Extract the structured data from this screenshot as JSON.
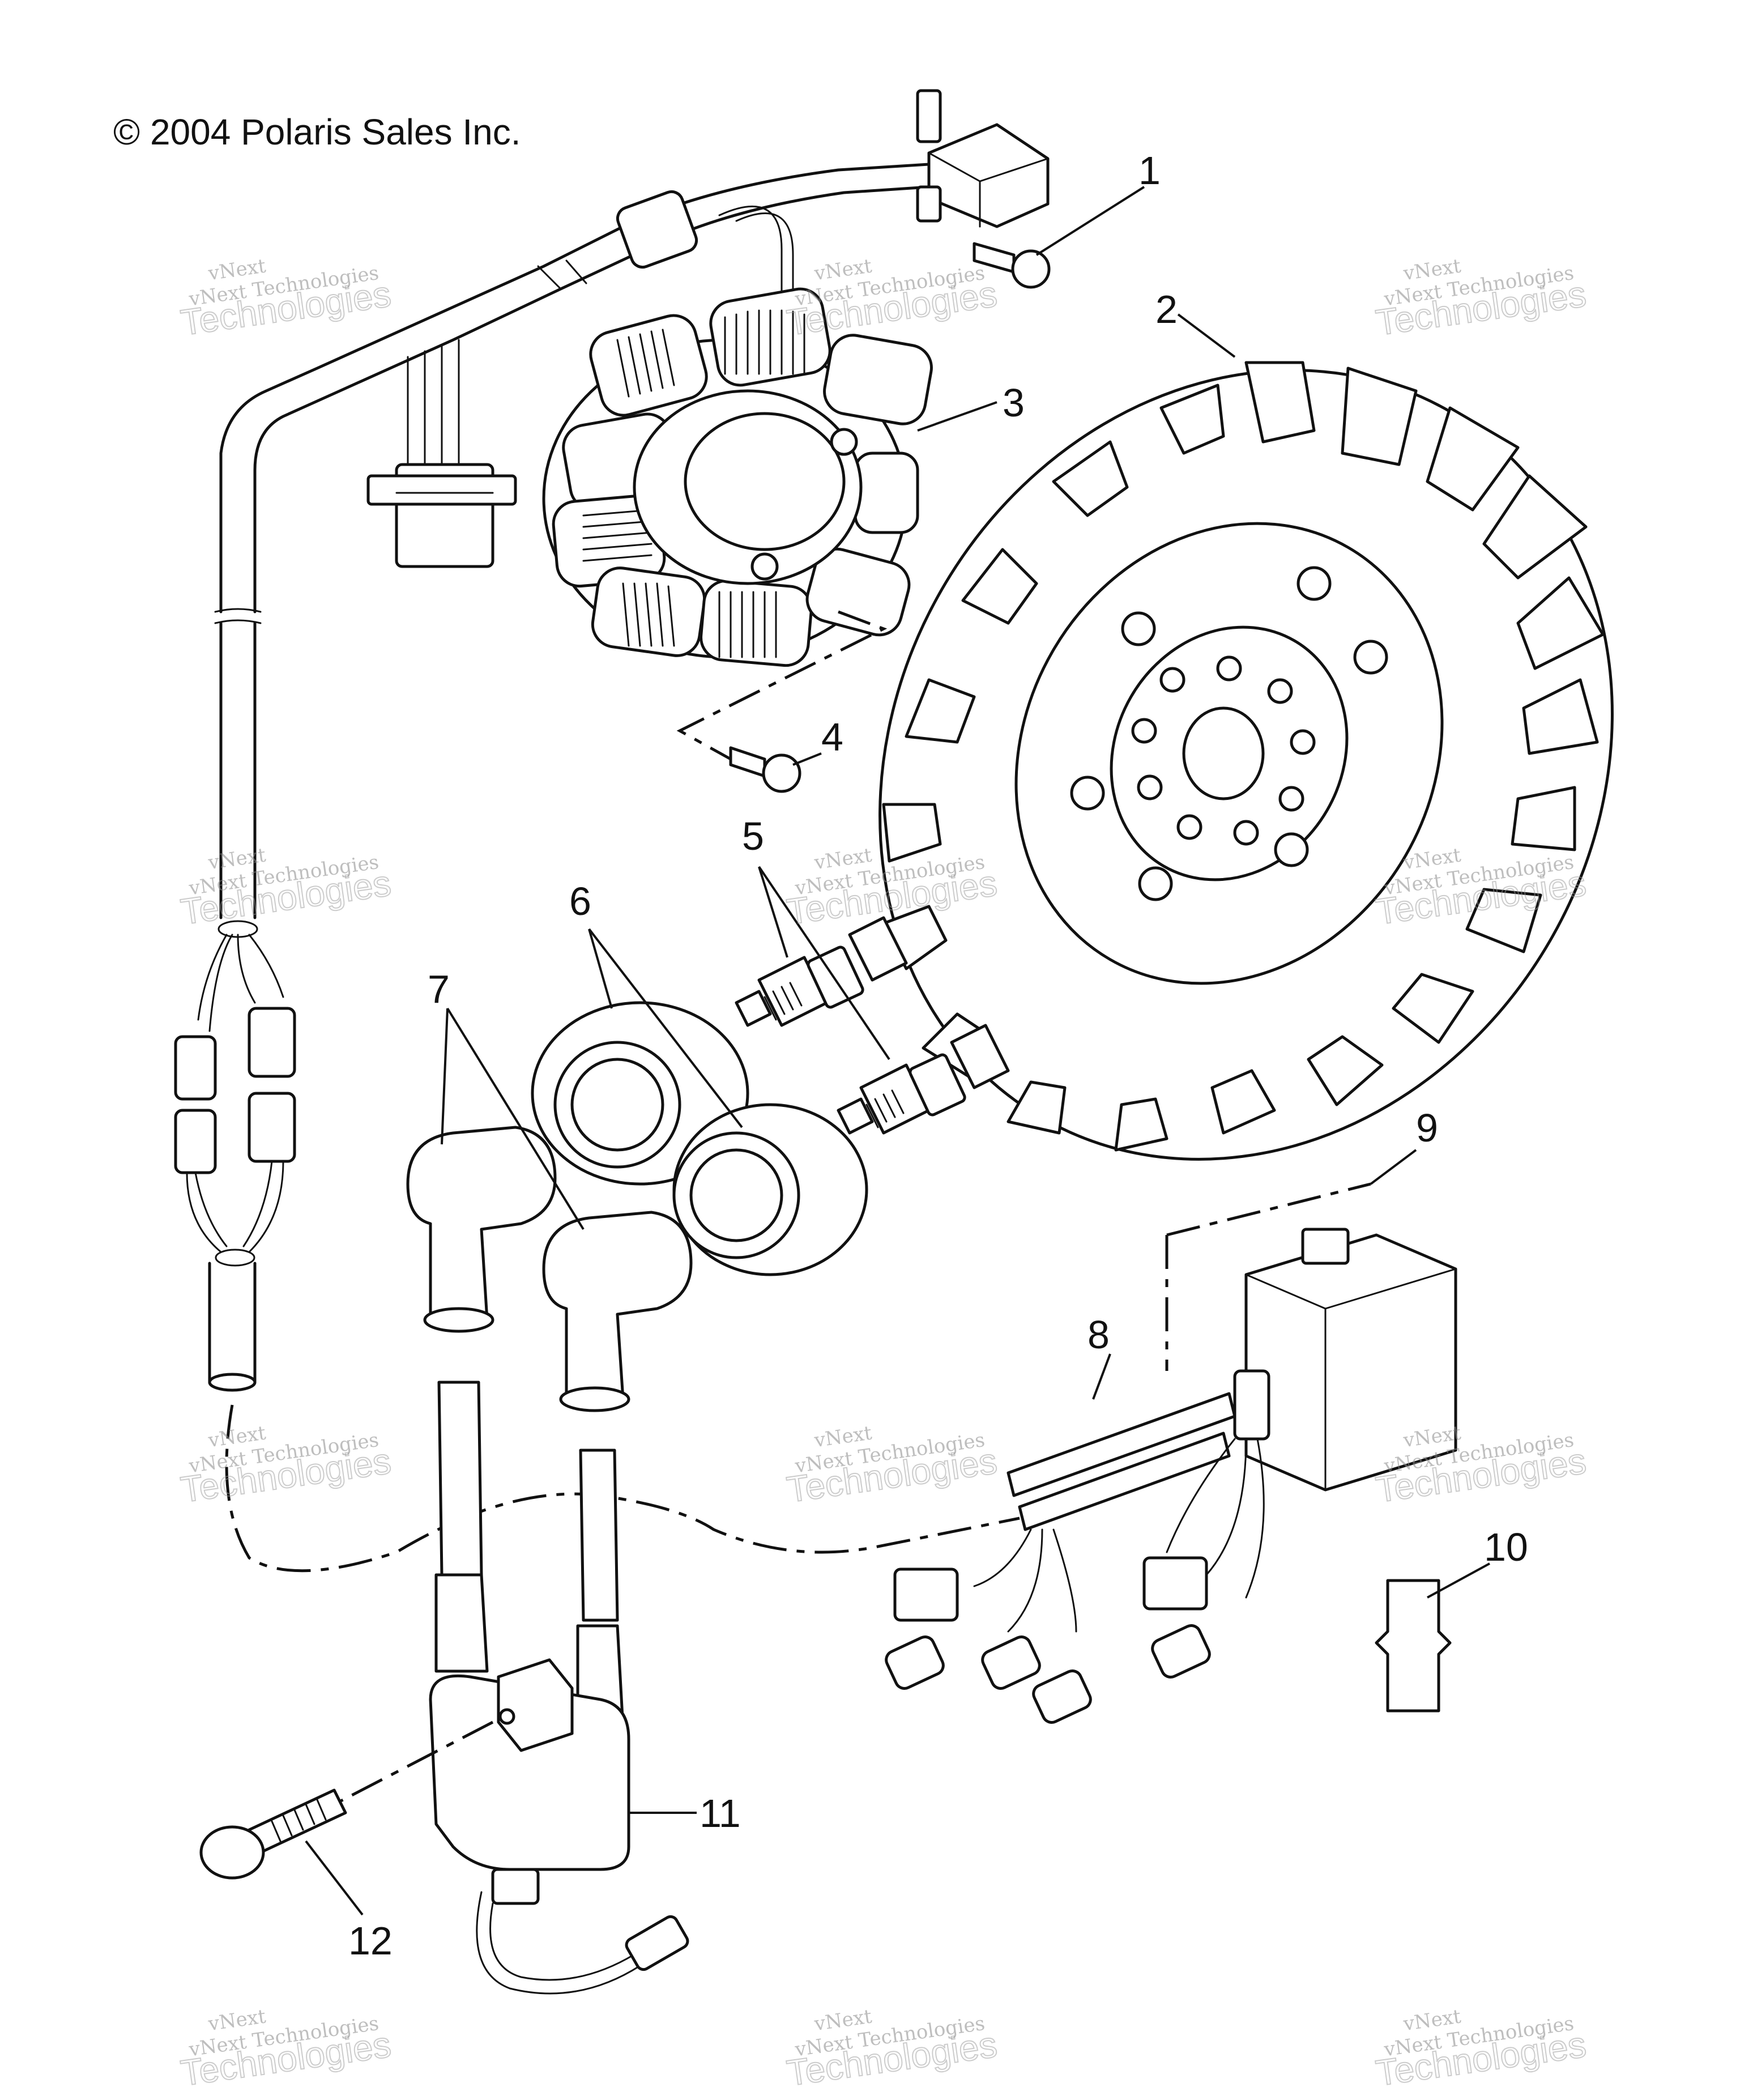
{
  "copyright": "© 2004 Polaris Sales Inc.",
  "watermark": {
    "line1": "vNext Technologies",
    "line2": "Technologies",
    "brand": "vNext"
  },
  "callouts": {
    "c1": "1",
    "c2": "2",
    "c3": "3",
    "c4": "4",
    "c5": "5",
    "c6": "6",
    "c7": "7",
    "c8": "8",
    "c9": "9",
    "c10": "10",
    "c11": "11",
    "c12": "12"
  }
}
